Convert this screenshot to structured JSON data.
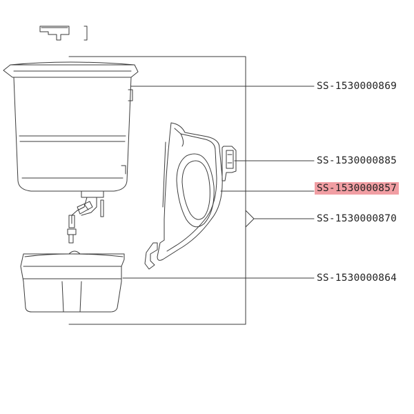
{
  "diagram": {
    "highlight_color": "#f19ea3",
    "line_color": "#3a3a3a",
    "parts": [
      {
        "code": "SS-1530000869",
        "highlighted": false
      },
      {
        "code": "SS-1530000885",
        "highlighted": false
      },
      {
        "code": "SS-1530000857",
        "highlighted": true
      },
      {
        "code": "SS-1530000870",
        "highlighted": false
      },
      {
        "code": "SS-1530000864",
        "highlighted": false
      }
    ]
  }
}
